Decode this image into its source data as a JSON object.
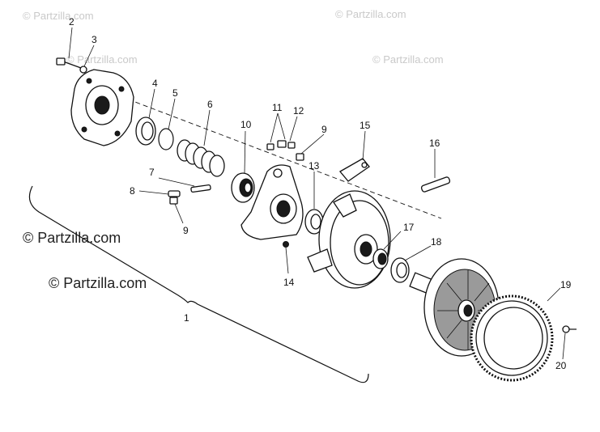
{
  "watermarks": {
    "top_left": "© Partzilla.com",
    "top_center": "© Partzilla.com",
    "top_right": "© Partzilla.com",
    "left_main": "© Partzilla.com",
    "center_faint": "© Partzilla.com"
  },
  "callouts": {
    "c1": "1",
    "c2": "2",
    "c3": "3",
    "c4": "4",
    "c5": "5",
    "c6": "6",
    "c7": "7",
    "c8": "8",
    "c9a": "9",
    "c9b": "9",
    "c10": "10",
    "c11": "11",
    "c12": "12",
    "c13": "13",
    "c14": "14",
    "c15": "15",
    "c16": "16",
    "c17": "17",
    "c18": "18",
    "c19": "19",
    "c20": "20"
  }
}
